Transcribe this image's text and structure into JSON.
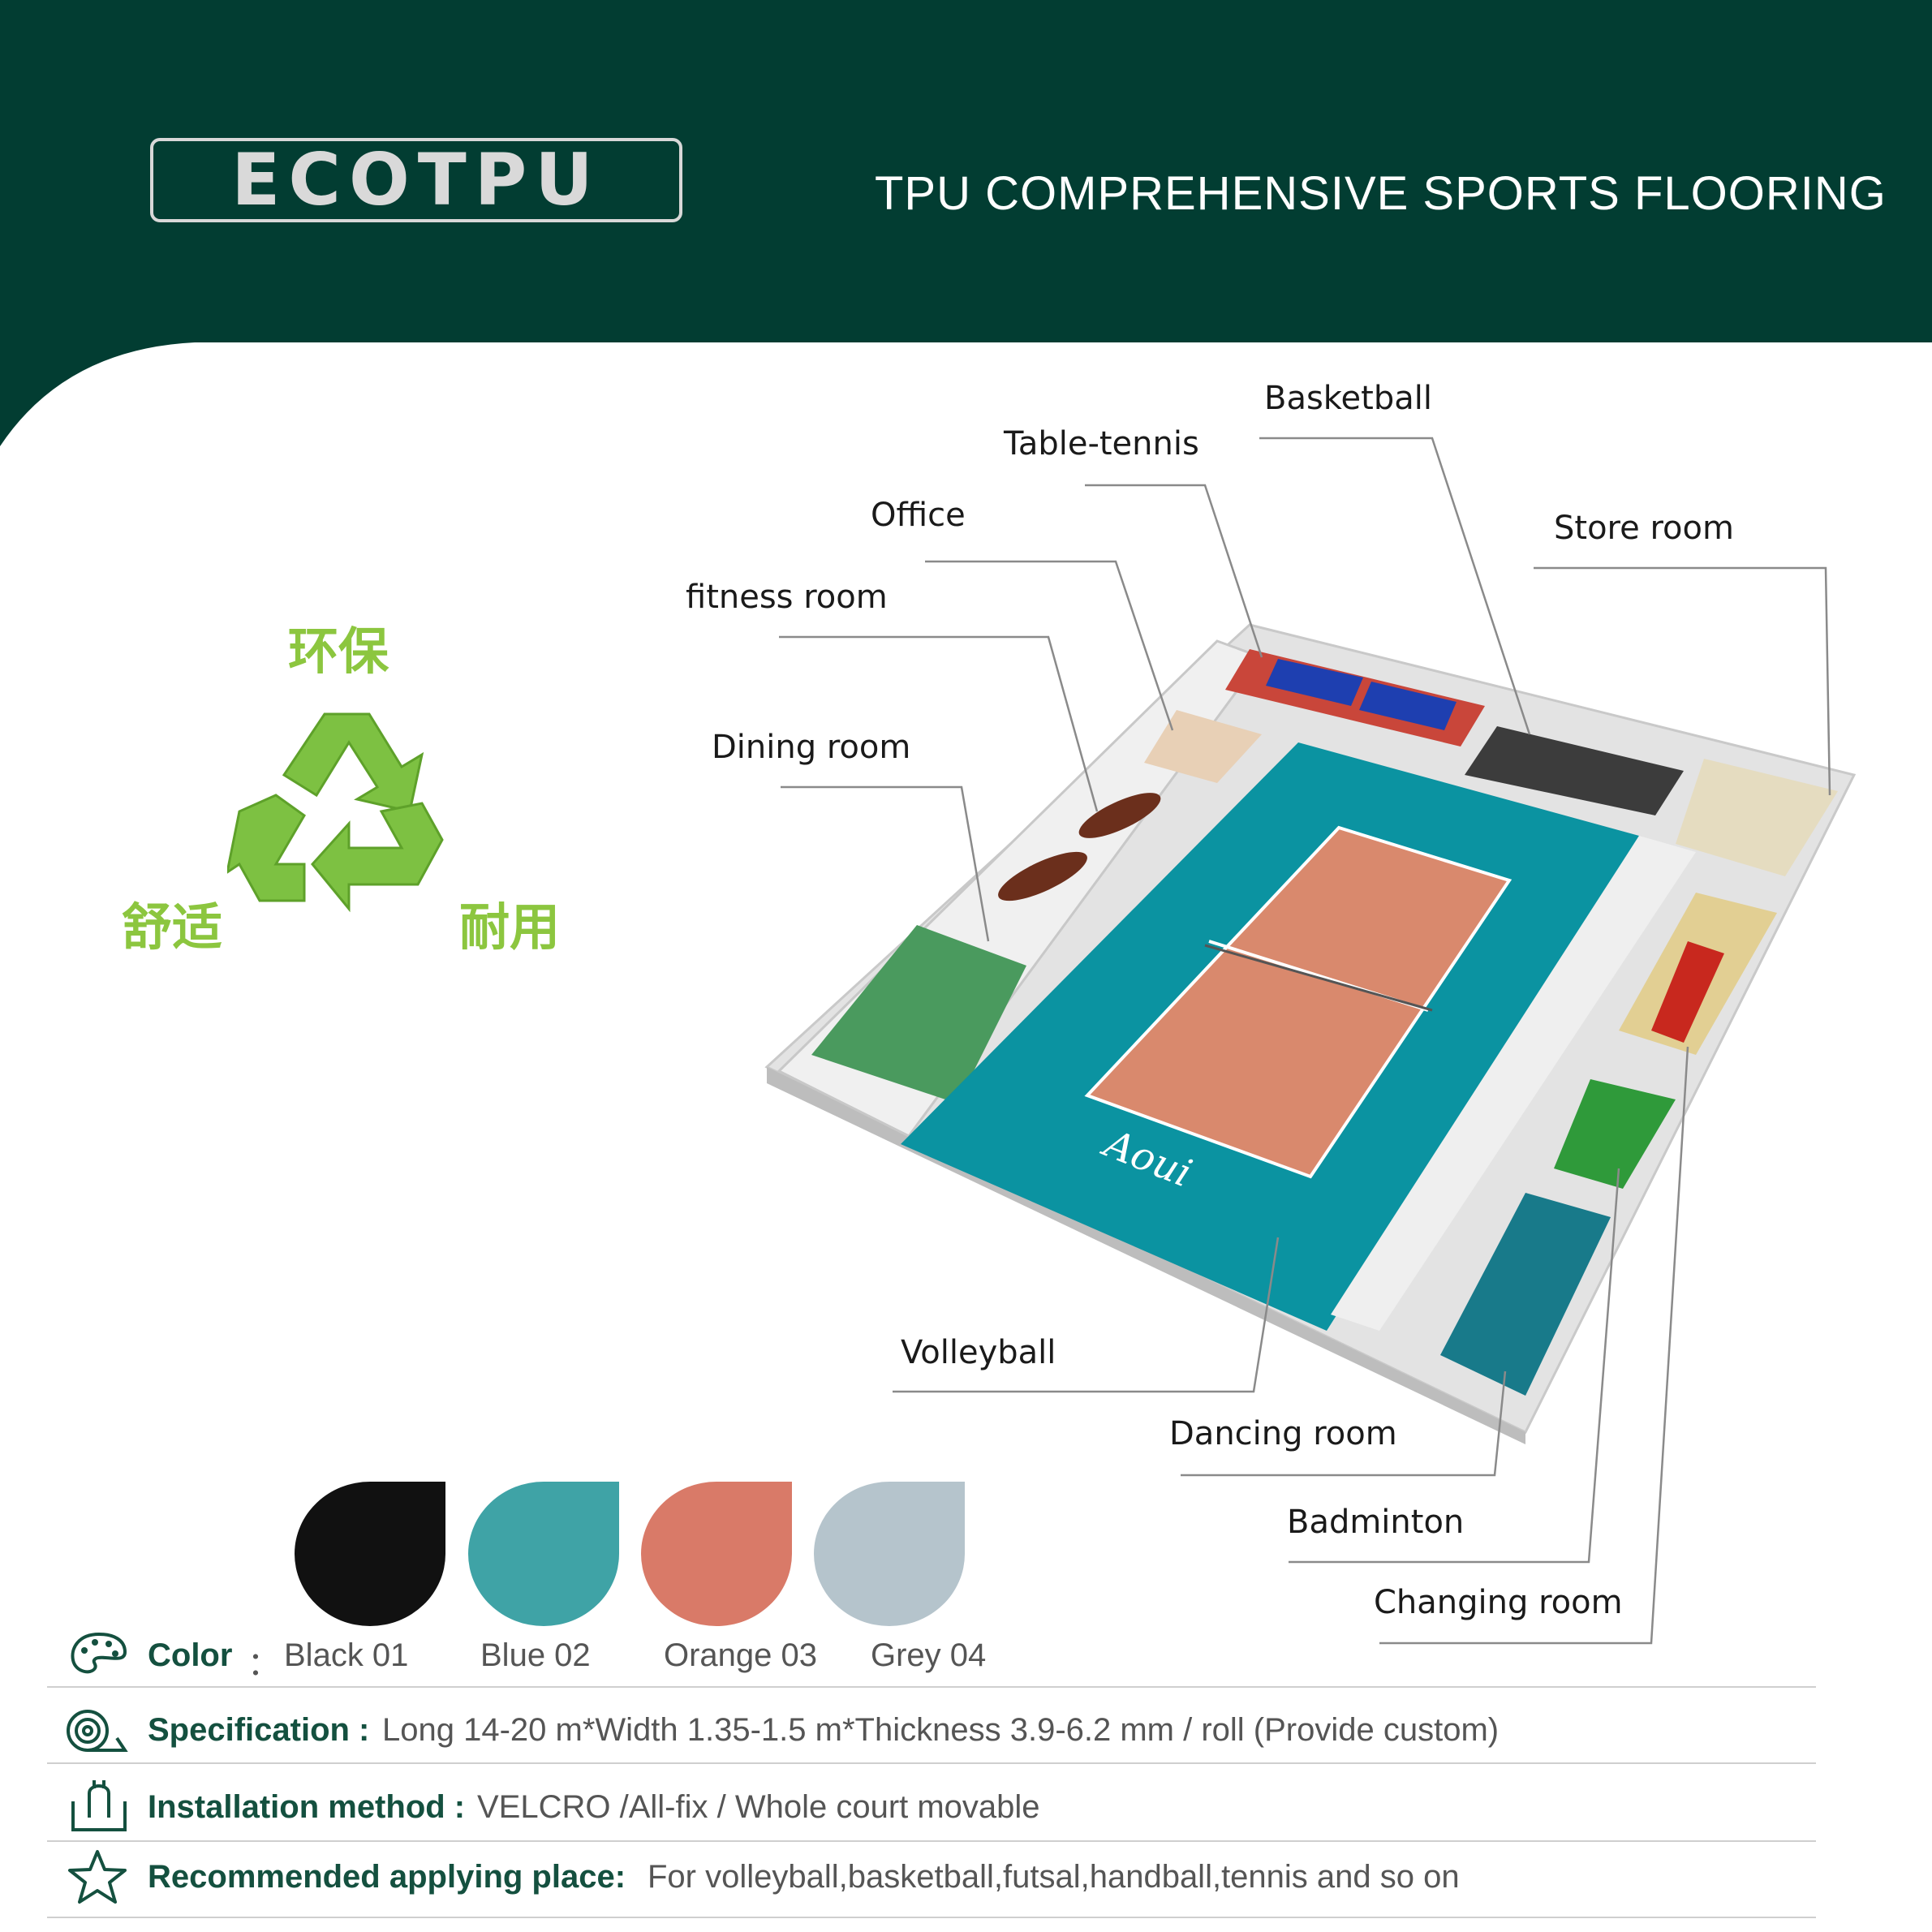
{
  "header": {
    "logo_text": "ECOTPU",
    "title": "TPU COMPREHENSIVE SPORTS FLOORING",
    "bg_color": "#023d32"
  },
  "eco_badge": {
    "top": "环保",
    "left": "舒适",
    "right": "耐用",
    "icon": "recycle-icon",
    "color": "#8cc63f"
  },
  "plan_labels": {
    "basketball": "Basketball",
    "table_tennis": "Table-tennis",
    "office": "Office",
    "store_room": "Store room",
    "fitness_room": "fitness room",
    "dining_room": "Dining room",
    "volleyball": "Volleyball",
    "dancing_room": "Dancing room",
    "badminton": "Badminton",
    "changing_room": "Changing room"
  },
  "court_branding": "Aoui",
  "colors": {
    "label": "Color",
    "separator": "：",
    "options": [
      {
        "name": "Black 01",
        "hex": "#111111"
      },
      {
        "name": "Blue 02",
        "hex": "#3fa3a6"
      },
      {
        "name": "Orange 03",
        "hex": "#d97a68"
      },
      {
        "name": "Grey 04",
        "hex": "#b5c4cc"
      }
    ]
  },
  "specification": {
    "label": "Specification :",
    "value": "Long 14-20 m*Width 1.35-1.5 m*Thickness 3.9-6.2 mm / roll (Provide custom)"
  },
  "installation": {
    "label": "Installation method :",
    "value": "VELCRO /All-fix / Whole court movable"
  },
  "recommended": {
    "label": "Recommended applying place:",
    "value": "For volleyball,basketball,futsal,handball,tennis and so on"
  }
}
